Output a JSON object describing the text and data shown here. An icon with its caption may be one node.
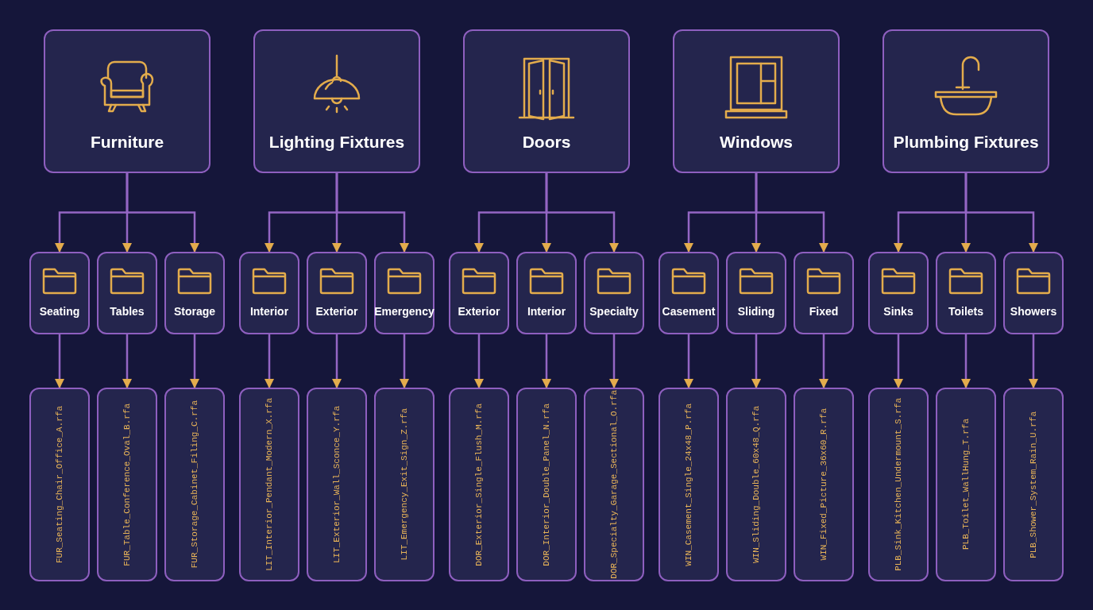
{
  "diagram": {
    "nodes": [
      {
        "text": [
          "Furniture"
        ]
      },
      {
        "text": [
          "Lighting Fixtures"
        ]
      },
      {
        "text": [
          "Doors"
        ]
      },
      {
        "text": [
          "Windows"
        ]
      },
      {
        "text": [
          "Plumbing Fixtures"
        ]
      },
      {
        "text": [
          "Seating"
        ]
      },
      {
        "text": [
          "Tables"
        ]
      },
      {
        "text": [
          "Storage"
        ]
      },
      {
        "text": [
          "Interior"
        ]
      },
      {
        "text": [
          "Exterior"
        ]
      },
      {
        "text": [
          "Emergency"
        ]
      },
      {
        "text": [
          "Exterior"
        ]
      },
      {
        "text": [
          "Interior"
        ]
      },
      {
        "text": [
          "Specialty"
        ]
      },
      {
        "text": [
          "Casement"
        ]
      },
      {
        "text": [
          "Sliding"
        ]
      },
      {
        "text": [
          "Fixed"
        ]
      },
      {
        "text": [
          "Sinks"
        ]
      },
      {
        "text": [
          "Toilets"
        ]
      },
      {
        "text": [
          "Showers"
        ]
      },
      {
        "text": [
          "FUR_Seating_Chair_Office_A.rfa"
        ]
      },
      {
        "text": [
          "FUR_Table_Conference_Oval_B.rfa"
        ]
      },
      {
        "text": [
          "FUR_Storage_Cabinet_Filing_C.rfa"
        ]
      },
      {
        "text": [
          "LIT_Interior_Pendant_Modern_X.rfa"
        ]
      },
      {
        "text": [
          "LIT_Exterior_Wall_Sconce_Y.rfa"
        ]
      },
      {
        "text": [
          "LIT_Emergency_Exit_Sign_Z.rfa"
        ]
      },
      {
        "text": [
          "DOR_Exterior_Single_Flush_M.rfa"
        ]
      },
      {
        "text": [
          "DOR_Interior_Double_Panel_N.rfa"
        ]
      },
      {
        "text": [
          "DOR_Specialty_Garage_Sectional_O.rfa"
        ]
      },
      {
        "text": [
          "WIN_Casement_Single_24x48_P.rfa"
        ]
      },
      {
        "text": [
          "WIN_Sliding_Double_60x48_Q.rfa"
        ]
      },
      {
        "text": [
          "WIN_Fixed_Picture_36x60_R.rfa"
        ]
      },
      {
        "text": [
          "PLB_Sink_Kitchen_Undermount_S.rfa"
        ]
      },
      {
        "text": [
          "PLB_Toilet_WallHung_T.rfa"
        ]
      },
      {
        "text": [
          "PLB_Shower_System_Rain_U.rfa"
        ]
      }
    ],
    "edges": [
      {
        "from": 0,
        "to": 5,
        "arrow": "to"
      },
      {
        "from": 0,
        "to": 6,
        "arrow": "to"
      },
      {
        "from": 0,
        "to": 7,
        "arrow": "to"
      },
      {
        "from": 1,
        "to": 8,
        "arrow": "to"
      },
      {
        "from": 1,
        "to": 9,
        "arrow": "to"
      },
      {
        "from": 1,
        "to": 10,
        "arrow": "to"
      },
      {
        "from": 2,
        "to": 11,
        "arrow": "to"
      },
      {
        "from": 2,
        "to": 12,
        "arrow": "to"
      },
      {
        "from": 2,
        "to": 13,
        "arrow": "to"
      },
      {
        "from": 3,
        "to": 14,
        "arrow": "to"
      },
      {
        "from": 3,
        "to": 15,
        "arrow": "to"
      },
      {
        "from": 3,
        "to": 16,
        "arrow": "to"
      },
      {
        "from": 4,
        "to": 17,
        "arrow": "to"
      },
      {
        "from": 4,
        "to": 18,
        "arrow": "to"
      },
      {
        "from": 4,
        "to": 19,
        "arrow": "to"
      },
      {
        "from": 5,
        "to": 20,
        "arrow": "to"
      },
      {
        "from": 6,
        "to": 21,
        "arrow": "to"
      },
      {
        "from": 7,
        "to": 22,
        "arrow": "to"
      },
      {
        "from": 8,
        "to": 23,
        "arrow": "to"
      },
      {
        "from": 9,
        "to": 24,
        "arrow": "to"
      },
      {
        "from": 10,
        "to": 25,
        "arrow": "to"
      },
      {
        "from": 11,
        "to": 26,
        "arrow": "to"
      },
      {
        "from": 12,
        "to": 27,
        "arrow": "to"
      },
      {
        "from": 13,
        "to": 28,
        "arrow": "to"
      },
      {
        "from": 14,
        "to": 29,
        "arrow": "to"
      },
      {
        "from": 15,
        "to": 30,
        "arrow": "to"
      },
      {
        "from": 16,
        "to": 31,
        "arrow": "to"
      },
      {
        "from": 17,
        "to": 32,
        "arrow": "to"
      },
      {
        "from": 18,
        "to": 33,
        "arrow": "to"
      },
      {
        "from": 19,
        "to": 34,
        "arrow": "to"
      }
    ]
  }
}
